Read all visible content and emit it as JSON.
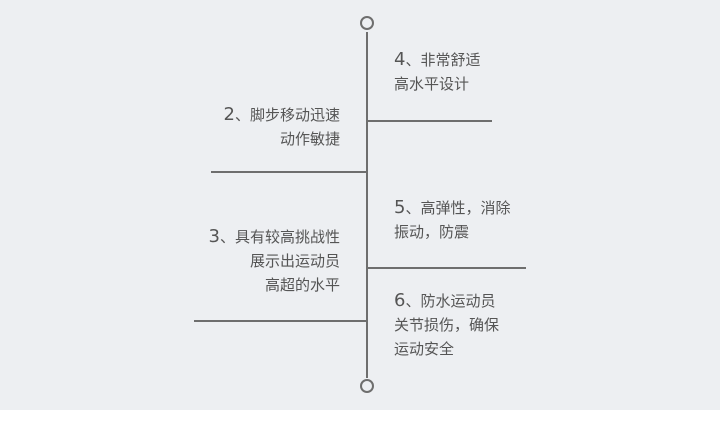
{
  "items": [
    {
      "id": "item-4",
      "side": "right",
      "lines": [
        "4、非常舒适",
        "高水平设计"
      ]
    },
    {
      "id": "item-2",
      "side": "left",
      "lines": [
        "2、脚步移动迅速",
        "动作敏捷"
      ]
    },
    {
      "id": "item-5",
      "side": "right",
      "lines": [
        "5、高弹性，消除",
        "振动，防震"
      ]
    },
    {
      "id": "item-3",
      "side": "left",
      "lines": [
        "3、具有较高挑战性",
        "展示出运动员",
        "高超的水平"
      ]
    },
    {
      "id": "item-6",
      "side": "right",
      "lines": [
        "6、防水运动员",
        "关节损伤，确保",
        "运动安全"
      ]
    }
  ],
  "colors": {
    "background": "#edeff2",
    "line": "#6e6e6e",
    "text": "#555555"
  }
}
